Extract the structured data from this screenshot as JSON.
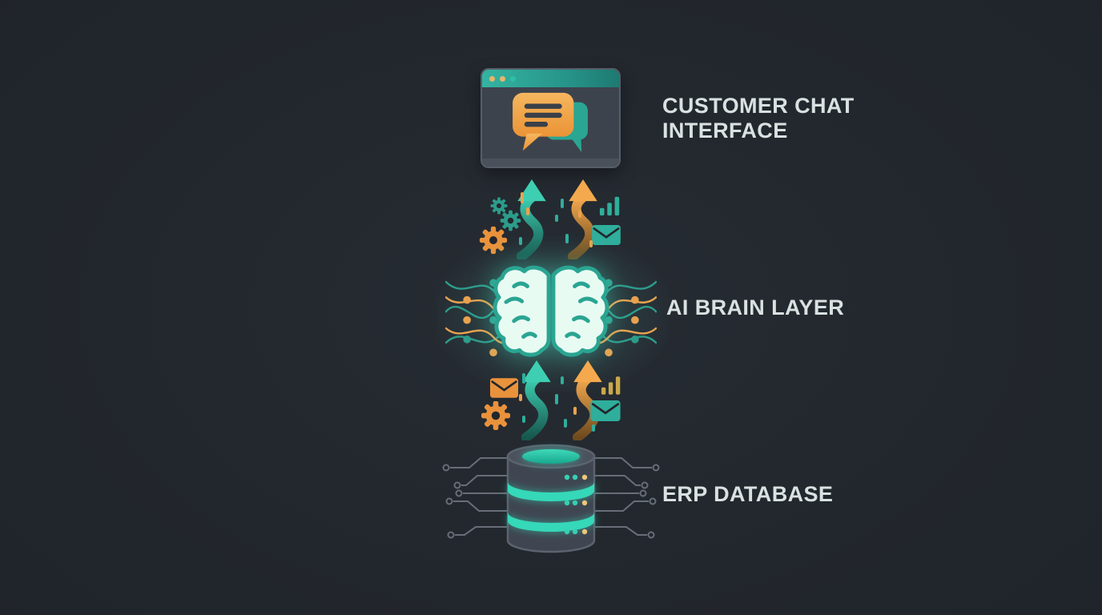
{
  "nodes": [
    {
      "id": "customer-chat-interface",
      "label": "CUSTOMER CHAT INTERFACE",
      "icon": "browser-window-chat-icon"
    },
    {
      "id": "ai-brain-layer",
      "label": "AI BRAIN LAYER",
      "icon": "brain-icon"
    },
    {
      "id": "erp-database",
      "label": "ERP DATABASE",
      "icon": "database-cylinder-icon"
    }
  ],
  "connections": [
    {
      "from": "ai-brain-layer",
      "to": "customer-chat-interface",
      "style": "two-curved-up-arrows",
      "arrow_colors": [
        "teal",
        "orange"
      ],
      "decorations": [
        "gear-icon",
        "gear-icon",
        "gear-icon",
        "bar-chart-icon",
        "envelope-icon",
        "data-ticks"
      ]
    },
    {
      "from": "erp-database",
      "to": "ai-brain-layer",
      "style": "two-curved-up-arrows",
      "arrow_colors": [
        "teal",
        "orange"
      ],
      "decorations": [
        "envelope-icon",
        "gear-icon",
        "bar-chart-icon",
        "envelope-icon",
        "data-ticks"
      ]
    }
  ],
  "icons": {
    "browser_window": "browser window with chat bubbles, teal titlebar, three dots",
    "brain": "glowing mint brain between neural network wave lines with nodes",
    "database": "dark cylinder with glowing teal bands, status dots and circuit traces",
    "gear": "gear",
    "envelope": "envelope",
    "bar_chart": "ascending bar chart",
    "arrow": "curved upward arrow"
  },
  "colors": {
    "background": "#22272d",
    "teal": "#2fae9b",
    "teal_bright": "#3ecfb2",
    "mint": "#e8fbf3",
    "orange": "#f0a04b",
    "gold": "#d8b45e",
    "text": "#d9e1e1",
    "window_body": "#3d434d",
    "window_border": "#565d68",
    "dark_line": "#3a4049",
    "circuit_gray": "#676e77"
  }
}
